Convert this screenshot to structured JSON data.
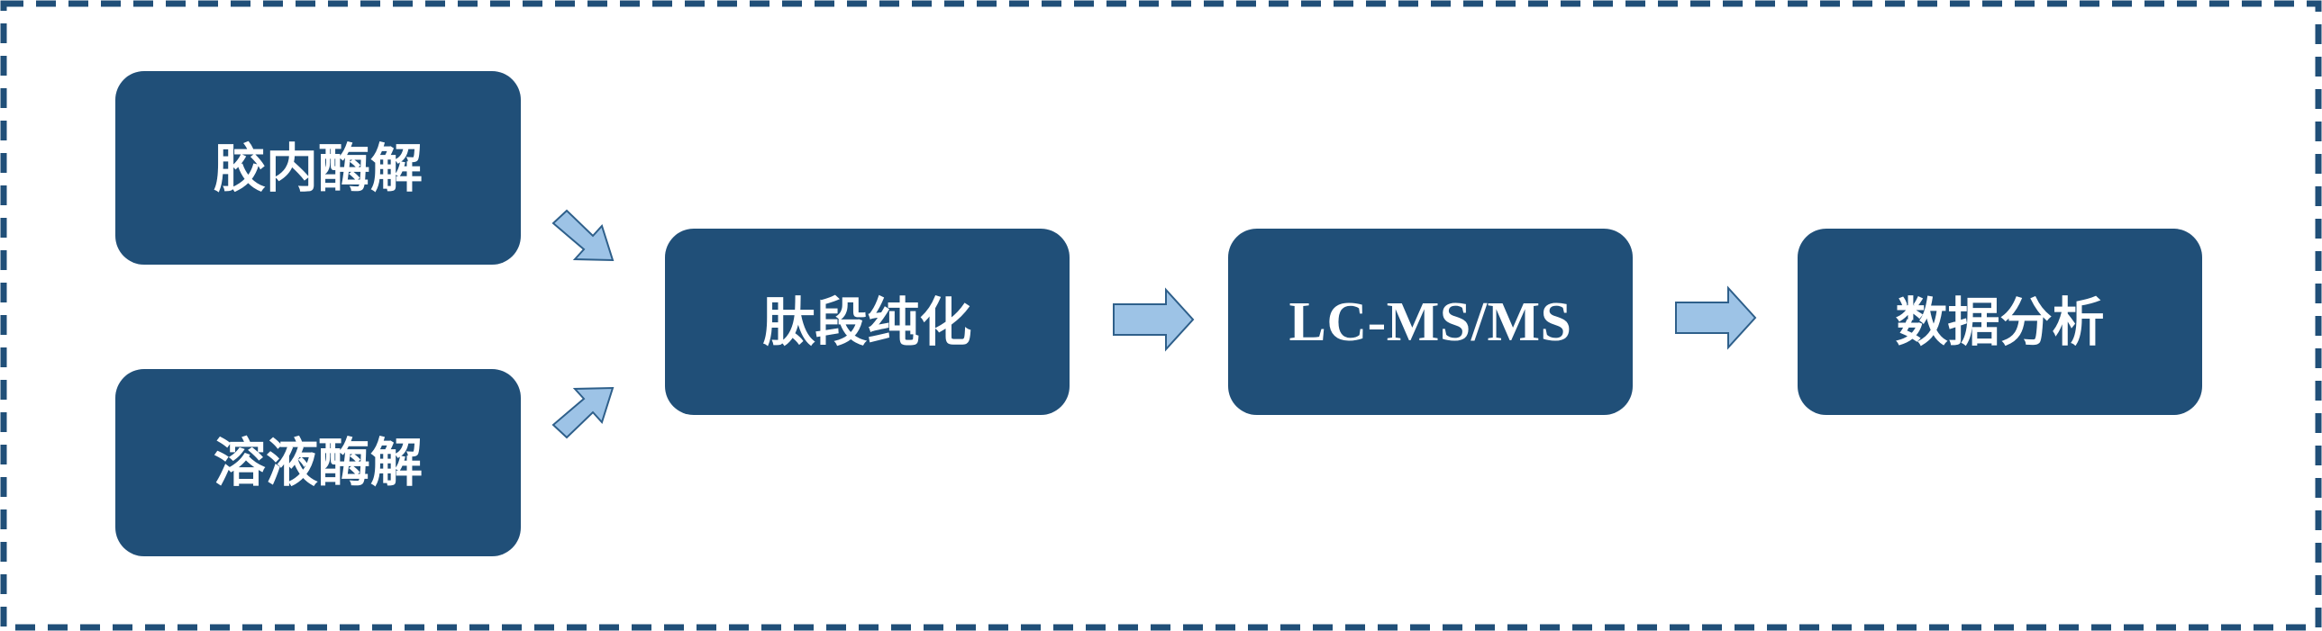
{
  "colors": {
    "box_fill": "#204f78",
    "box_text": "#ffffff",
    "border": "#204f78",
    "arrow_fill": "#9dc3e6",
    "arrow_stroke": "#2e5f8a"
  },
  "steps": {
    "in_gel_digestion": "胶内酶解",
    "in_solution_digestion": "溶液酶解",
    "peptide_purification": "肽段纯化",
    "lc_ms": "LC-MS/MS",
    "data_analysis": "数据分析"
  }
}
